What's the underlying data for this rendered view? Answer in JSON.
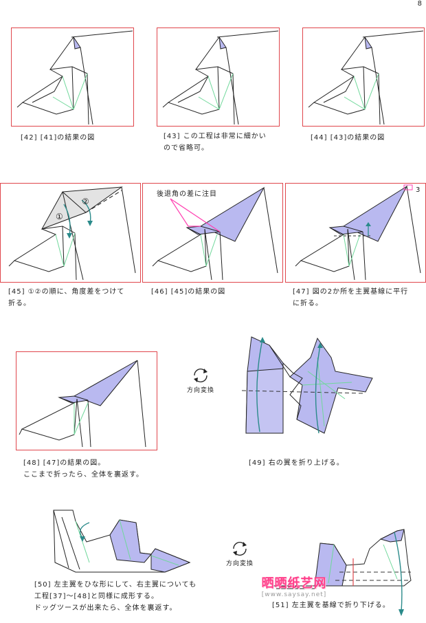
{
  "page_number": "8",
  "steps": [
    {
      "id": "42",
      "caption_lines": [
        "[42] [41]の結果の図"
      ]
    },
    {
      "id": "43",
      "caption_lines": [
        "[43] この工程は非常に細かい",
        "ので省略可。"
      ]
    },
    {
      "id": "44",
      "caption_lines": [
        "[44] [43]の結果の図"
      ]
    },
    {
      "id": "45",
      "caption_lines": [
        "[45] ①②の順に、角度差をつけて",
        "折る。"
      ],
      "marks": [
        "①",
        "②"
      ]
    },
    {
      "id": "46",
      "caption_lines": [
        "[46] [45]の結果の図"
      ],
      "annotation": "後退角の差に注目"
    },
    {
      "id": "47",
      "caption_lines": [
        "[47] 図の2か所を主翼基線に平行",
        "に折る。"
      ],
      "mark": "3"
    },
    {
      "id": "48",
      "caption_lines": [
        "[48] [47]の結果の図。",
        "ここまで折ったら、全体を裏返す。"
      ]
    },
    {
      "id": "49",
      "caption_lines": [
        "[49] 右の翼を折り上げる。"
      ]
    },
    {
      "id": "50",
      "caption_lines": [
        "[50] 左主翼をひな形にして、右主翼についても",
        "工程[37]～[48]と同様に成形する。",
        "ドッグツースが出来たら、全体を裏返す。"
      ]
    },
    {
      "id": "51",
      "caption_lines": [
        "[51] 左主翼を基線で折り下げる。"
      ]
    }
  ],
  "rotate_labels": [
    "方向変換",
    "方向変換"
  ],
  "watermark": {
    "title": "晒晒纸艺网",
    "url": "[www.saysay.net]"
  },
  "colors": {
    "frame": "#e0454b",
    "paper_fill": "#b9b9f0",
    "crease": "#6fd89a",
    "arrow": "#2a8a8a",
    "highlight": "#ff3fb0"
  }
}
